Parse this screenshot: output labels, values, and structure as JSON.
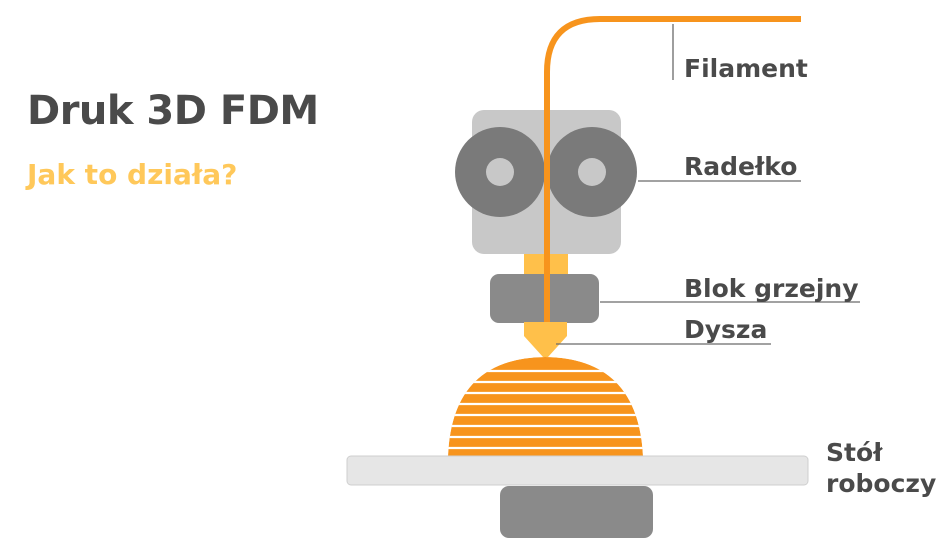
{
  "heading": {
    "title": "Druk 3D FDM",
    "subtitle": "Jak to działa?"
  },
  "labels": {
    "filament": "Filament",
    "wheel": "Radełko",
    "heater_block": "Blok grzejny",
    "nozzle": "Dysza",
    "bed_line1": "Stół",
    "bed_line2": "roboczy"
  },
  "colors": {
    "filament": "#f7941d",
    "nozzle": "#ffc04a",
    "print": "#f7941d",
    "housing": "#c8c8c8",
    "wheel": "#7a7a7a",
    "wheel_hub": "#c8c8c8",
    "heater_block": "#8a8a8a",
    "bed": "#e6e6e6",
    "bed_support": "#8a8a8a",
    "text_dark": "#4a4a4a",
    "text_accent": "#ffc85a"
  }
}
